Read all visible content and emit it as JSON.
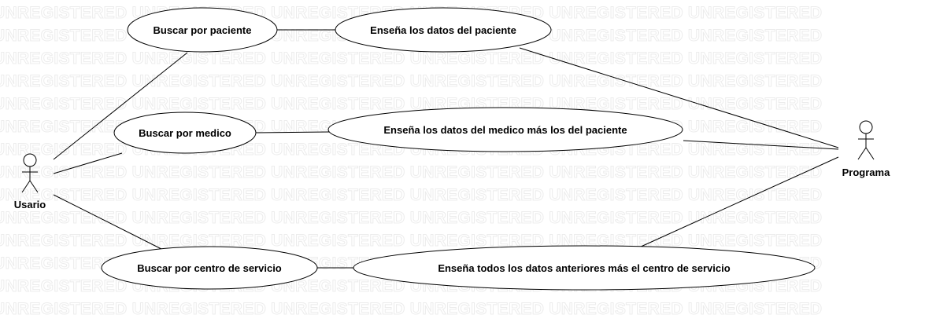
{
  "watermark": {
    "text": "UNREGISTERED UNREGISTERED UNREGISTERED UNREGISTERED UNREGISTERED UNREGISTERED"
  },
  "actors": {
    "left": {
      "label": "Usario"
    },
    "right": {
      "label": "Programa"
    }
  },
  "use_cases": {
    "buscar_paciente": "Buscar por paciente",
    "datos_paciente": "Enseña los datos del paciente",
    "buscar_medico": "Buscar por medico",
    "datos_medico": "Enseña los datos del medico más los del paciente",
    "buscar_centro": "Buscar por centro de servicio",
    "datos_todos": "Enseña todos los datos anteriores más el centro de servicio"
  },
  "colors": {
    "line": "#000000",
    "watermark": "#ececec",
    "background": "#ffffff"
  }
}
